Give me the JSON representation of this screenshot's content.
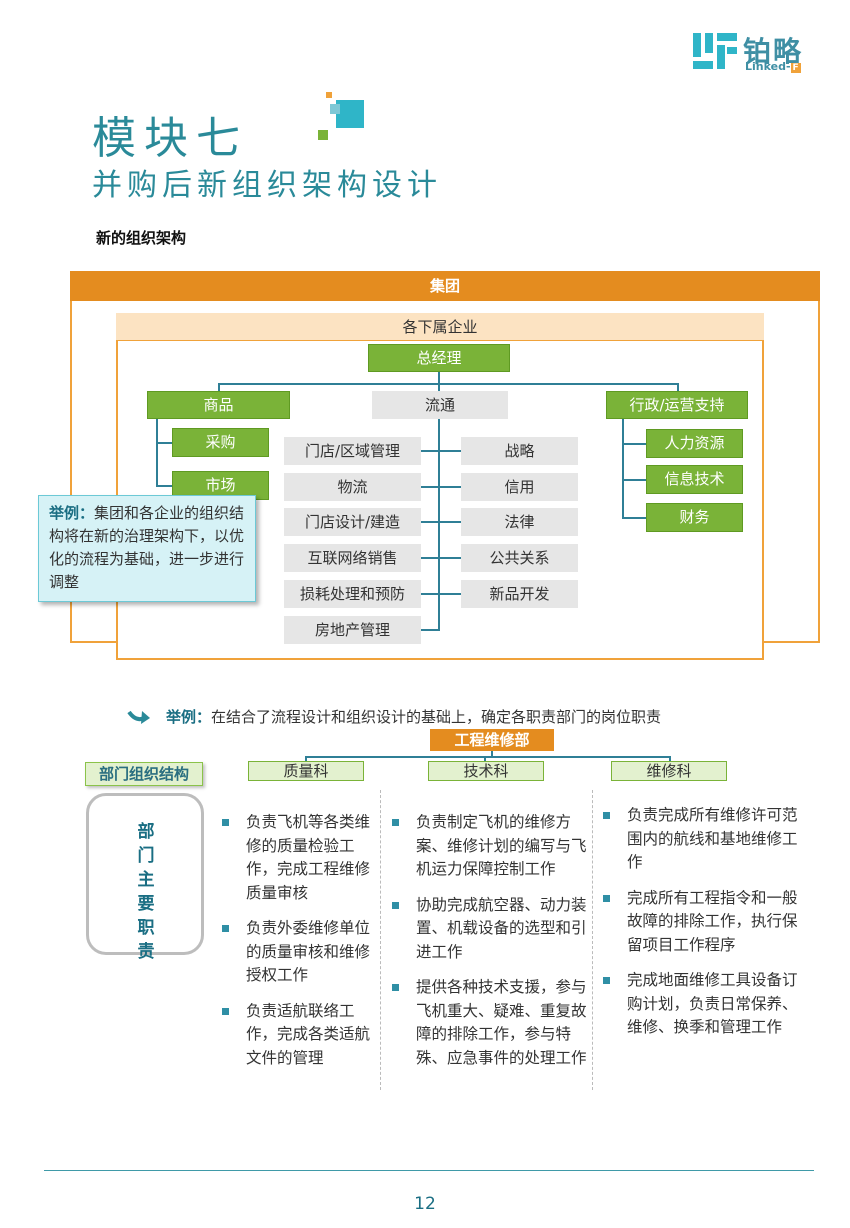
{
  "logo": {
    "name": "铂略",
    "sub": "Linked-",
    "sub_badge": "F"
  },
  "module": {
    "title": "模块七",
    "subtitle": "并购后新组织架构设计"
  },
  "section_title": "新的组织架构",
  "org": {
    "group": "集团",
    "subsidiaries": "各下属企业",
    "gm": "总经理",
    "left_branch": {
      "title": "商品",
      "items": [
        "采购",
        "市场"
      ]
    },
    "middle_branch": {
      "title": "流通",
      "left_items": [
        "门店/区域管理",
        "物流",
        "门店设计/建造",
        "互联网络销售",
        "损耗处理和预防",
        "房地产管理"
      ],
      "right_items": [
        "战略",
        "信用",
        "法律",
        "公共关系",
        "新品开发"
      ]
    },
    "right_branch": {
      "title": "行政/运营支持",
      "items": [
        "人力资源",
        "信息技术",
        "财务"
      ]
    }
  },
  "example1": {
    "label": "举例：",
    "text": "集团和各企业的组织结构将在新的治理架构下，以优化的流程为基础，进一步进行调整"
  },
  "example2": {
    "label": "举例：",
    "text": "在结合了流程设计和组织设计的基础上，确定各职责部门的岗位职责"
  },
  "dept": {
    "name": "工程维修部",
    "struct_label": "部门组织结构",
    "duties_label": "部门主要职责",
    "subs": [
      "质量科",
      "技术科",
      "维修科"
    ],
    "duties": [
      [
        "负责飞机等各类维修的质量检验工作，完成工程维修质量审核",
        "负责外委维修单位的质量审核和维修授权工作",
        "负责适航联络工作，完成各类适航文件的管理"
      ],
      [
        "负责制定飞机的维修方案、维修计划的编写与飞机运力保障控制工作",
        "协助完成航空器、动力装置、机载设备的选型和引进工作",
        "提供各种技术支援，参与飞机重大、疑难、重复故障的排除工作，参与特殊、应急事件的处理工作"
      ],
      [
        "负责完成所有维修许可范围内的航线和基地维修工作",
        "完成所有工程指令和一般故障的排除工作，执行保留项目工作程序",
        "完成地面维修工具设备订购计划，负责日常保养、维修、换季和管理工作"
      ]
    ]
  },
  "page_number": "12",
  "colors": {
    "accent": "#2a8a99",
    "orange": "#e48c1f",
    "green": "#7ab338"
  }
}
